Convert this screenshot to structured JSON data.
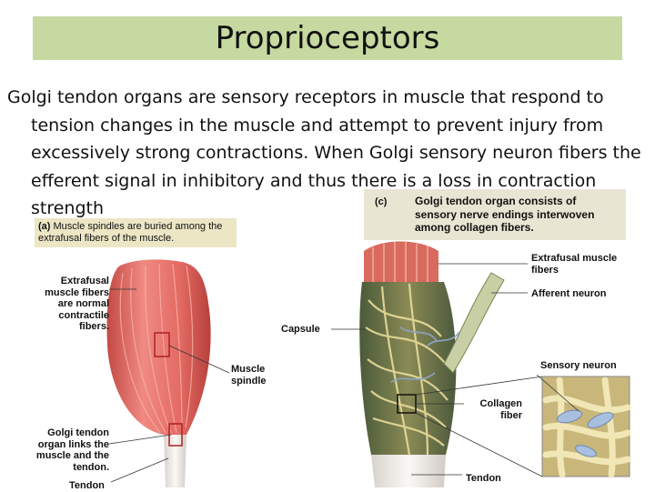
{
  "title": "Proprioceptors",
  "body": "Golgi tendon organs are sensory receptors in muscle that respond to tension changes in the muscle and attempt to prevent injury from excessively strong contractions. When Golgi sensory neuron fibers the efferent signal in inhibitory and thus there is a loss in contraction strength",
  "figure_a": {
    "tag": "(a)",
    "caption": "Muscle spindles are buried among the extrafusal fibers of the muscle.",
    "labels": {
      "extrafusal": "Extrafusal muscle fibers are normal contractile fibers.",
      "spindle": "Muscle spindle",
      "golgi": "Golgi tendon organ links the muscle and the tendon.",
      "tendon": "Tendon"
    }
  },
  "figure_c": {
    "tag": "(c)",
    "caption_bold": "Golgi tendon organ",
    "caption_rest": " consists of sensory nerve endings interwoven among collagen fibers.",
    "labels": {
      "extrafusal": "Extrafusal muscle fibers",
      "afferent": "Afferent neuron",
      "capsule": "Capsule",
      "sensory": "Sensory neuron",
      "collagen": "Collagen fiber",
      "tendon": "Tendon"
    }
  },
  "colors": {
    "title_bg": "#c5d9a0",
    "muscle": "#e0736b",
    "tendon": "#f2eee9",
    "collagen": "#e8dc9a",
    "neuron": "#8aa4c8"
  }
}
